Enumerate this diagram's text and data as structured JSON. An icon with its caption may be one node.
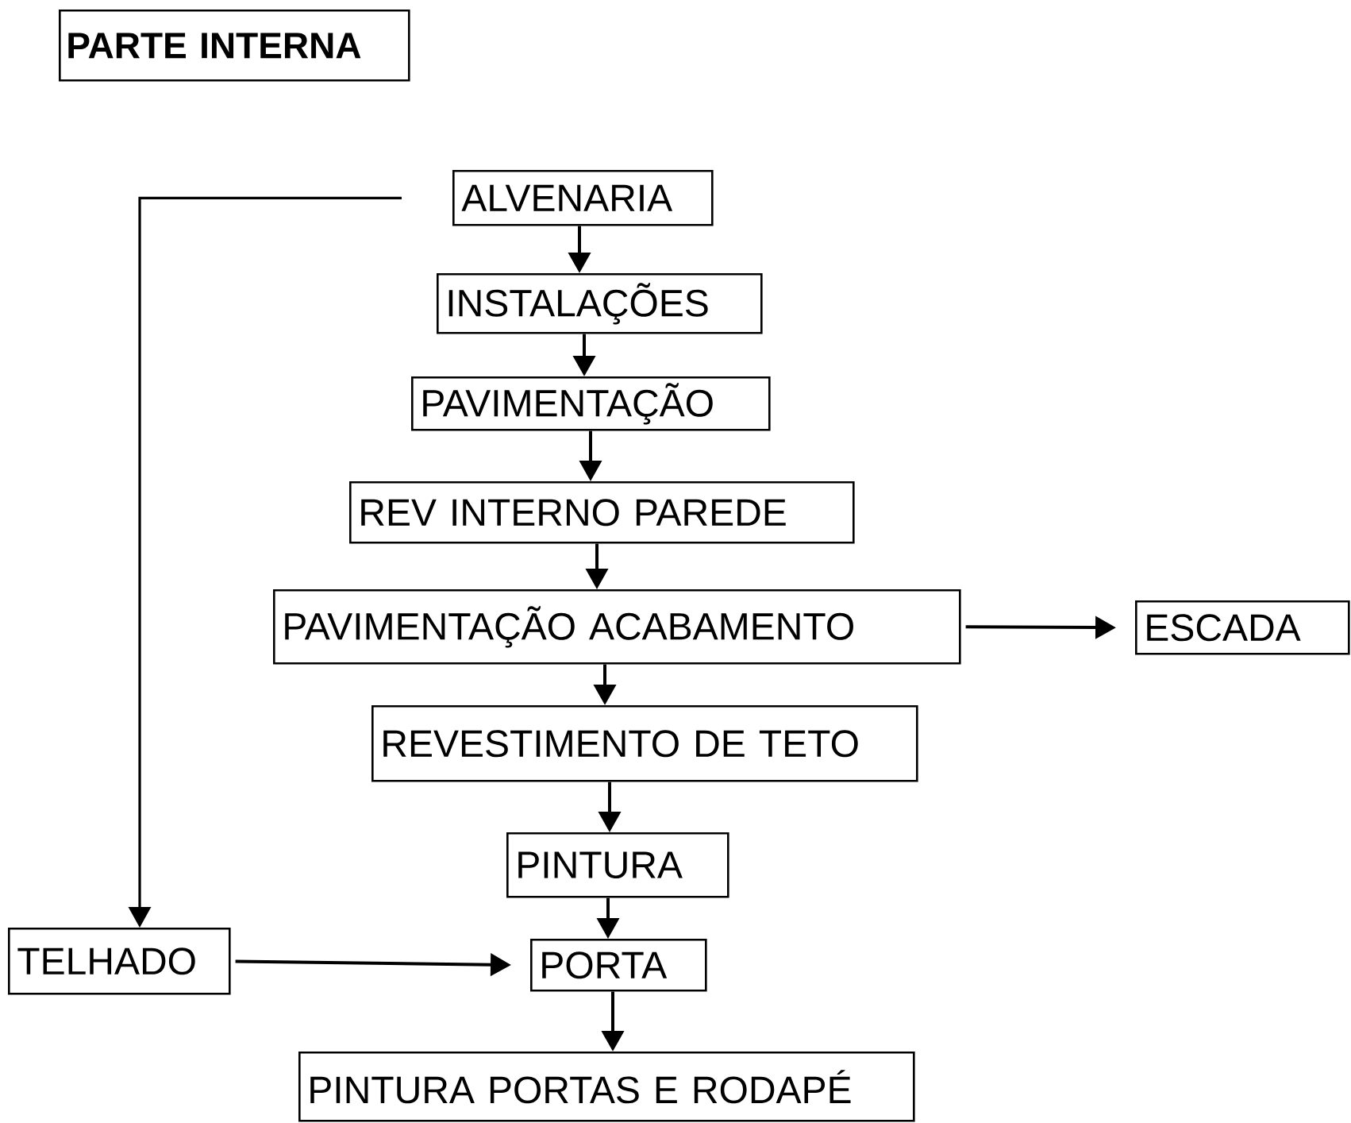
{
  "diagram": {
    "title": "PARTE INTERNA",
    "nodes": [
      {
        "text": [
          "ALVENARIA"
        ]
      },
      {
        "text": [
          "INSTALAÇÕES"
        ]
      },
      {
        "text": [
          "PAVIMENTAÇÃO"
        ]
      },
      {
        "text": [
          "REV INTERNO PAREDE"
        ]
      },
      {
        "text": [
          "PAVIMENTAÇÃO ACABAMENTO"
        ]
      },
      {
        "text": [
          "ESCADA"
        ]
      },
      {
        "text": [
          "REVESTIMENTO DE TETO"
        ]
      },
      {
        "text": [
          "PINTURA"
        ]
      },
      {
        "text": [
          "TELHADO"
        ]
      },
      {
        "text": [
          "PORTA"
        ]
      },
      {
        "text": [
          "PINTURA PORTAS E RODAPÉ"
        ]
      }
    ],
    "edges": [
      {
        "from": 0,
        "to": 1,
        "arrow": "to"
      },
      {
        "from": 1,
        "to": 2,
        "arrow": "to"
      },
      {
        "from": 2,
        "to": 3,
        "arrow": "to"
      },
      {
        "from": 3,
        "to": 4,
        "arrow": "to"
      },
      {
        "from": 4,
        "to": 5,
        "arrow": "to"
      },
      {
        "from": 4,
        "to": 6,
        "arrow": "to"
      },
      {
        "from": 6,
        "to": 7,
        "arrow": "to"
      },
      {
        "from": 7,
        "to": 9,
        "arrow": "to"
      },
      {
        "from": 0,
        "to": 8,
        "arrow": "to"
      },
      {
        "from": 8,
        "to": 9,
        "arrow": "to"
      },
      {
        "from": 9,
        "to": 10,
        "arrow": "to"
      }
    ]
  }
}
